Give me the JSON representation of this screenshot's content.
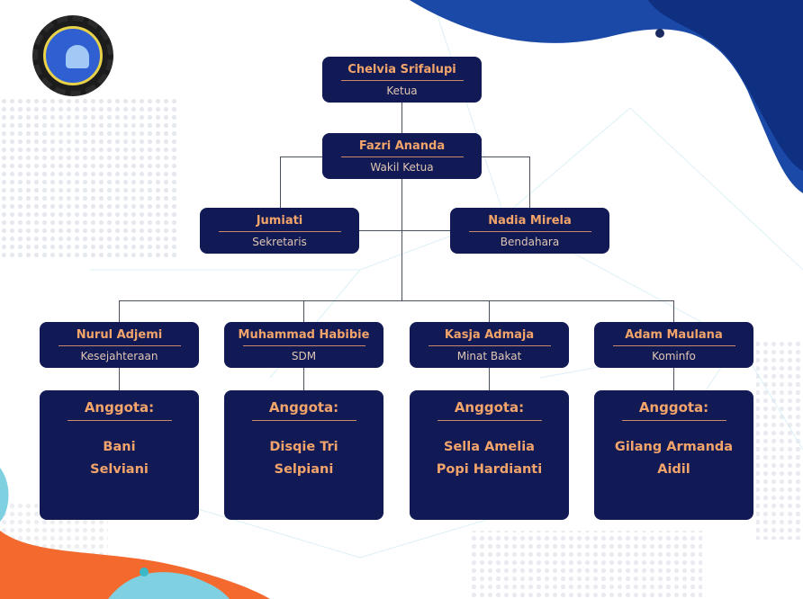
{
  "colors": {
    "box": "#111a55",
    "name": "#f2a46a",
    "role": "#e0c6b4",
    "accent_blue": "#1f4fb5",
    "accent_orange": "#f46a2e"
  },
  "logo": {
    "icon": "organization-emblem"
  },
  "leaders": [
    {
      "name": "Chelvia Srifalupi",
      "role": "Ketua"
    },
    {
      "name": "Fazri Ananda",
      "role": "Wakil Ketua"
    },
    {
      "name": "Jumiati",
      "role": "Sekretaris"
    },
    {
      "name": "Nadia Mirela",
      "role": "Bendahara"
    }
  ],
  "divisions": [
    {
      "name": "Nurul Adjemi",
      "role": "Kesejahteraan",
      "members_label": "Anggota:",
      "members": [
        "Bani",
        "Selviani"
      ]
    },
    {
      "name": "Muhammad Habibie",
      "role": "SDM",
      "members_label": "Anggota:",
      "members": [
        "Disqie Tri",
        "Selpiani"
      ]
    },
    {
      "name": "Kasja Admaja",
      "role": "Minat Bakat",
      "members_label": "Anggota:",
      "members": [
        "Sella Amelia",
        "Popi Hardianti"
      ]
    },
    {
      "name": "Adam Maulana",
      "role": "Kominfo",
      "members_label": "Anggota:",
      "members": [
        "Gilang Armanda",
        "Aidil"
      ]
    }
  ]
}
